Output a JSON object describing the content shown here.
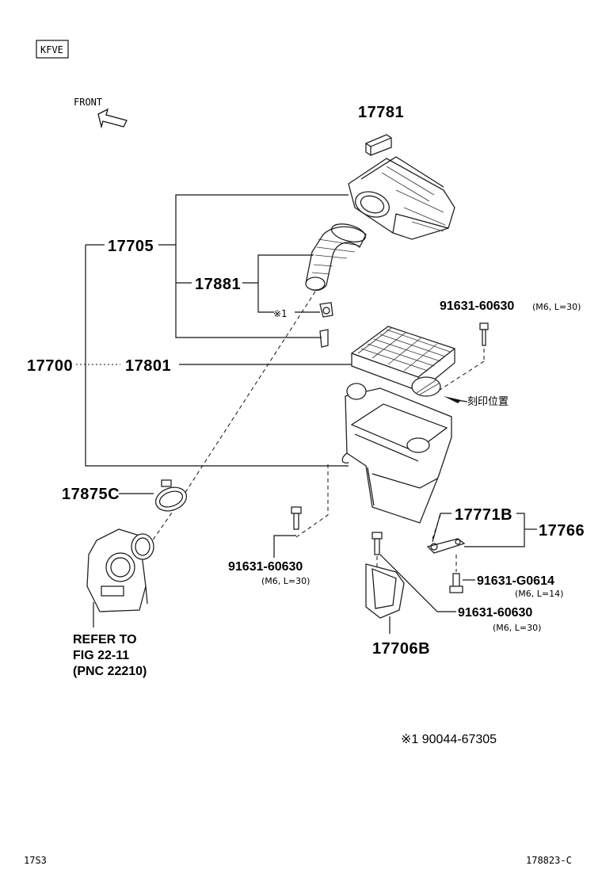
{
  "engine_code": "KFVE",
  "front_label": "FRONT",
  "parts": {
    "p17781": "17781",
    "p17705": "17705",
    "p17881": "17881",
    "note_ref_mark": "※1",
    "p91631_top": "91631-60630",
    "p91631_top_spec": "(M6, L=30)",
    "p17700": "17700",
    "p17801": "17801",
    "marking_position": "刻印位置",
    "p17875c": "17875C",
    "p17771b": "17771B",
    "p17766": "17766",
    "p91631_left": "91631-60630",
    "p91631_left_spec": "(M6, L=30)",
    "p91631_g0614": "91631-G0614",
    "p91631_g0614_spec": "(M6, L=14)",
    "p91631_right": "91631-60630",
    "p91631_right_spec": "(M6, L=30)",
    "p17706b": "17706B"
  },
  "refer": {
    "line1": "REFER TO",
    "line2": "FIG 22-11",
    "line3": "(PNC 22210)"
  },
  "footnote": "※1  90044-67305",
  "footer": {
    "left": "17S3",
    "right": "178823-C"
  }
}
